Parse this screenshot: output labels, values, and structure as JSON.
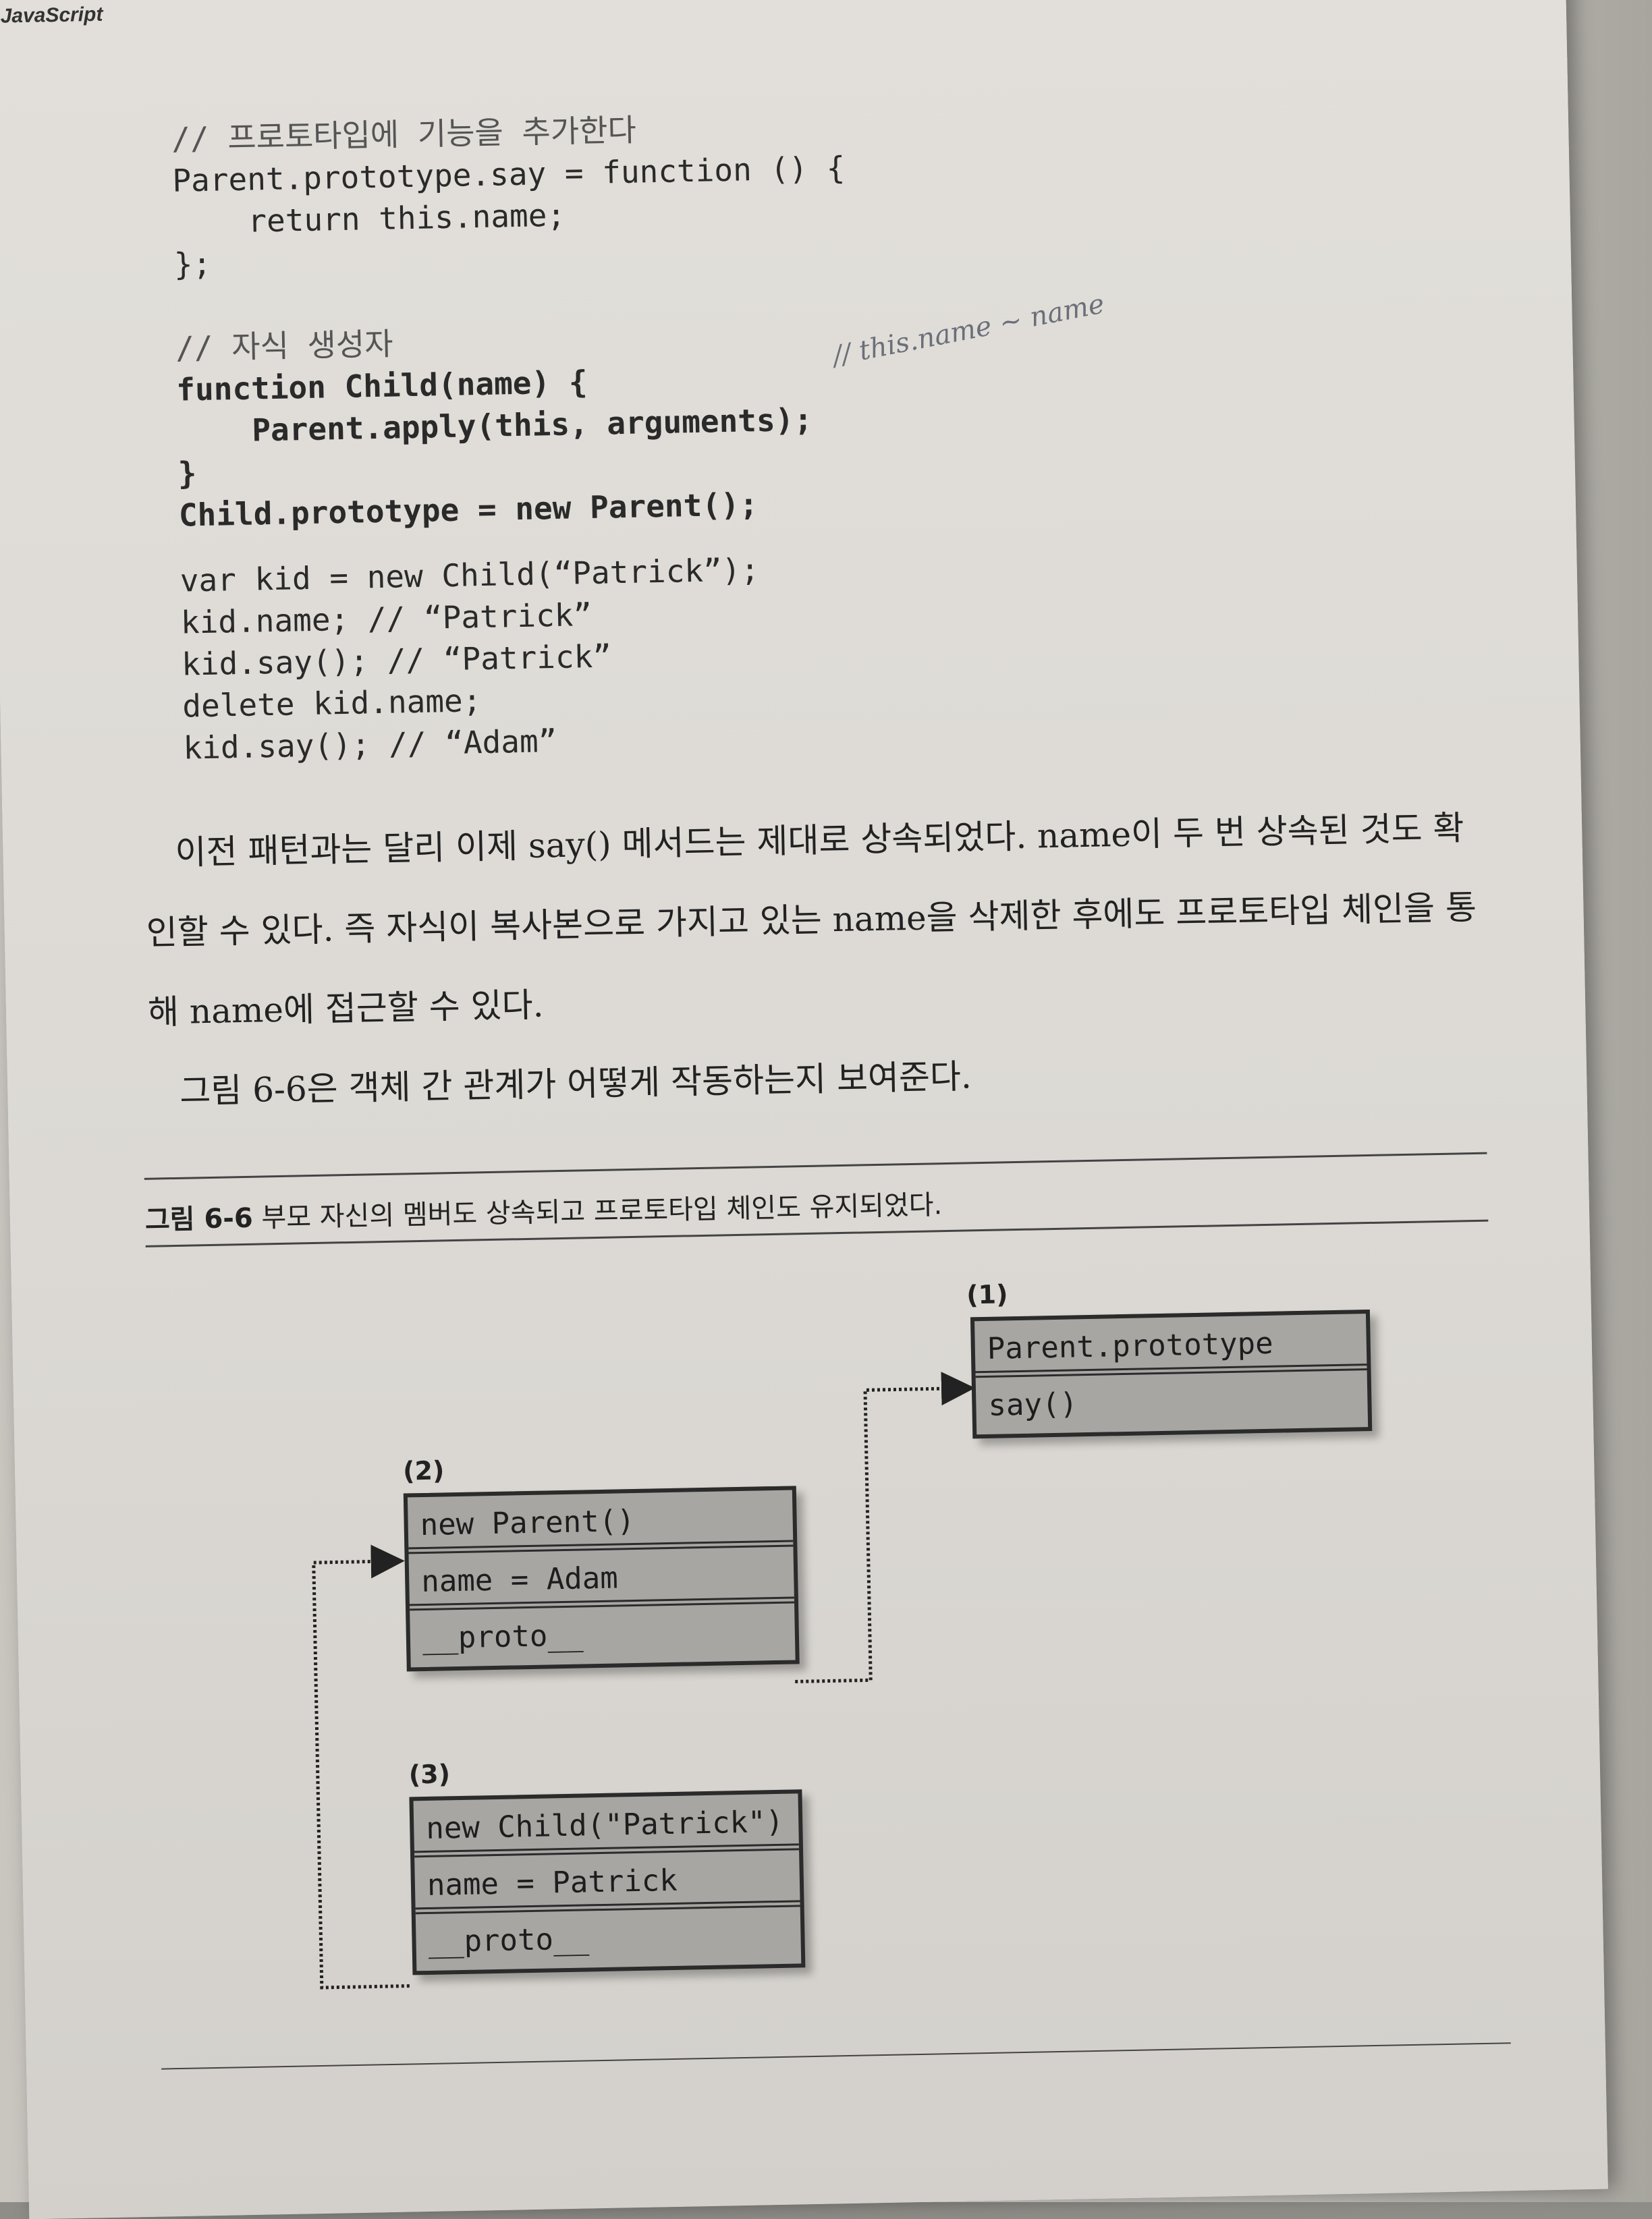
{
  "header": {
    "section": "JavaScript"
  },
  "code_top": [
    {
      "text": "// 프로토타입에 기능을 추가한다",
      "kind": "comment"
    },
    {
      "text": "Parent.prototype.say = function () {",
      "kind": "plain"
    },
    {
      "text": "    return this.name;",
      "kind": "plain"
    },
    {
      "text": "};",
      "kind": "plain"
    },
    {
      "text": "",
      "kind": "plain"
    },
    {
      "text": "// 자식 생성자",
      "kind": "comment"
    },
    {
      "text": "function Child(name) {",
      "kind": "bold"
    },
    {
      "text": "    Parent.apply(this, arguments);",
      "kind": "bold"
    },
    {
      "text": "}",
      "kind": "bold"
    },
    {
      "text": "Child.prototype = new Parent();",
      "kind": "bold"
    }
  ],
  "code_bottom": [
    {
      "text": "var kid = new Child(“Patrick”);"
    },
    {
      "text": "kid.name; // “Patrick”"
    },
    {
      "text": "kid.say(); // “Patrick”"
    },
    {
      "text": "delete kid.name;"
    },
    {
      "text": "kid.say(); // “Adam”"
    }
  ],
  "handwritten_note": "// this.name ~ name",
  "body_text": {
    "paragraph1": "이전 패턴과는 달리 이제 say() 메서드는 제대로 상속되었다. name이 두 번 상속된 것도 확인할 수 있다. 즉 자식이 복사본으로 가지고 있는 name을 삭제한 후에도 프로토타입 체인을 통해 name에 접근할 수 있다.",
    "paragraph2": "그림 6-6은 객체 간 관계가 어떻게 작동하는지 보여준다."
  },
  "figure": {
    "caption_label": "그림 6-6",
    "caption_text": " 부모 자신의 멤버도 상속되고 프로토타입 체인도 유지되었다.",
    "boxes": [
      {
        "label": "(1)",
        "cells": [
          "Parent.prototype",
          "say()"
        ]
      },
      {
        "label": "(2)",
        "cells": [
          "new Parent()",
          "name = Adam",
          "__proto__"
        ]
      },
      {
        "label": "(3)",
        "cells": [
          "new Child(\"Patrick\")",
          "name = Patrick",
          "__proto__"
        ]
      }
    ]
  },
  "colors": {
    "page": "#dcd9d4",
    "box_fill": "#a7a6a3",
    "ink": "#222222"
  }
}
